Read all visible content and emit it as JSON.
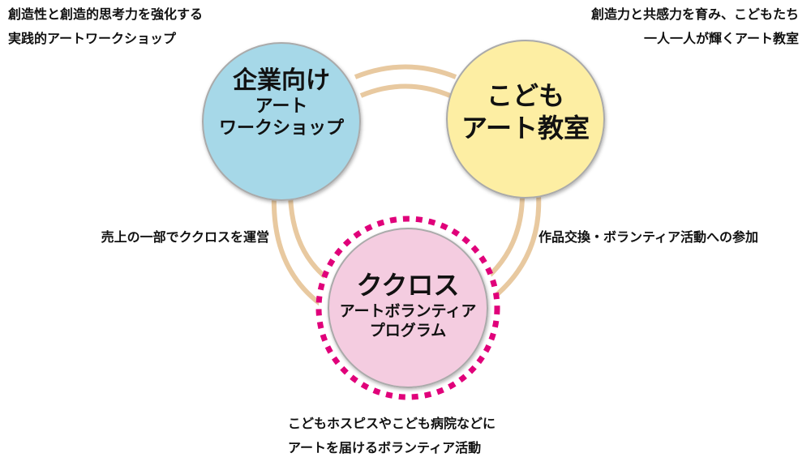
{
  "circles": {
    "corporate": {
      "title": "企業向け",
      "line1": "アート",
      "line2": "ワークショップ",
      "color": "#a6d8e8"
    },
    "kids": {
      "title": "こども",
      "line1": "アート教室",
      "color": "#fdeea3"
    },
    "kukurosu": {
      "title": "ククロス",
      "line1": "アートボランティア",
      "line2": "プログラム",
      "color": "#f4cce0",
      "ring_color": "#e0007a"
    }
  },
  "captions": {
    "top_left": [
      "創造性と創造的思考力を強化する",
      "実践的アートワークショップ"
    ],
    "top_right": [
      "創造力と共感力を育み、こどもたち",
      "一人一人が輝くアート教室"
    ],
    "mid_left": "売上の一部でククロスを運営",
    "mid_right": "作品交換・ボランティア活動への参加",
    "bottom": [
      "こどもホスピスやこども病院などに",
      "アートを届けるボランティア活動"
    ]
  },
  "connector_color": "#e8c9a0"
}
